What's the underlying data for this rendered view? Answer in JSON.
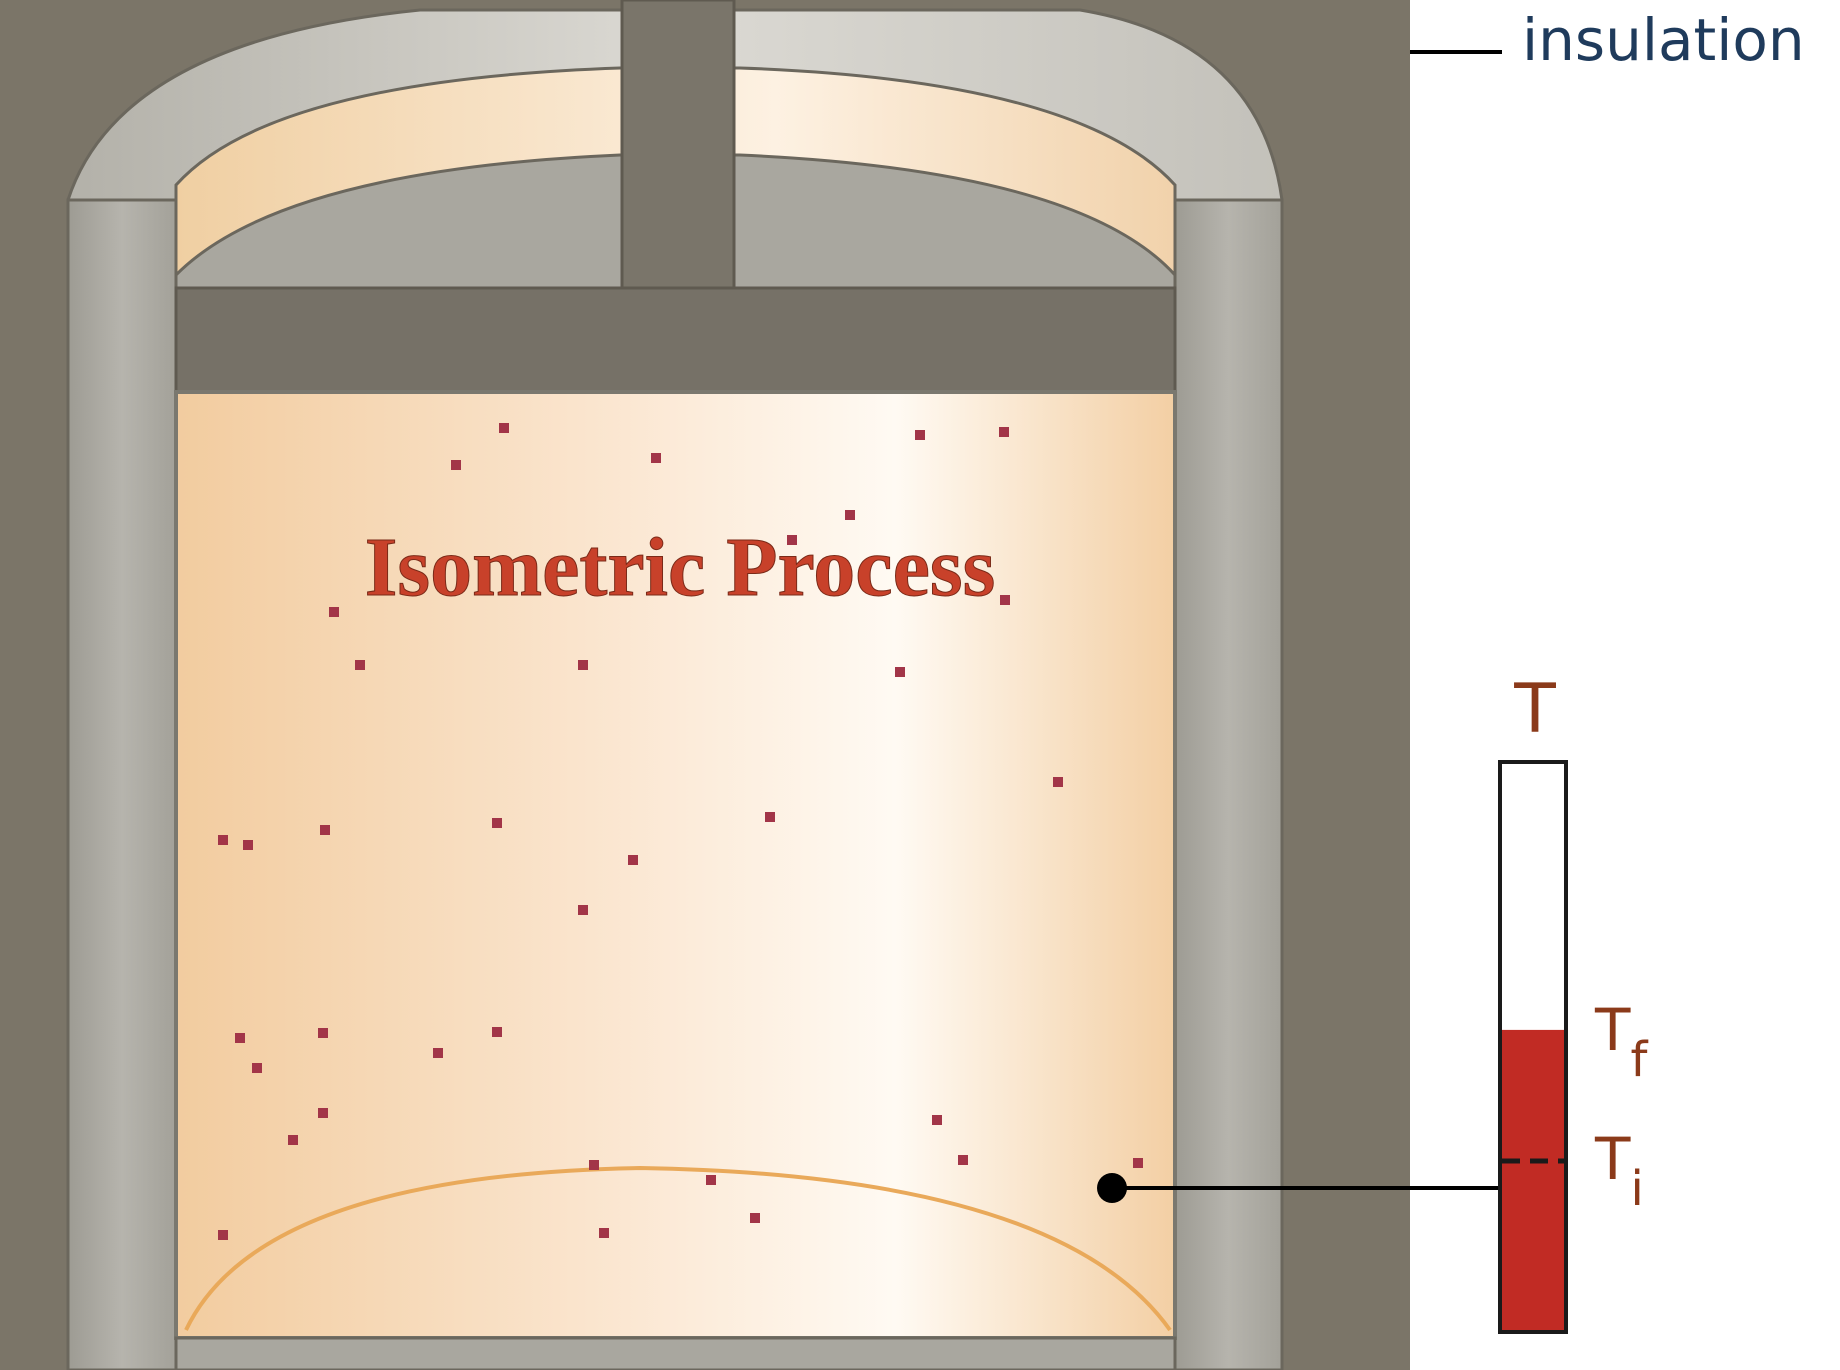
{
  "labels": {
    "insulation": "insulation",
    "title": "Isometric Process",
    "thermometer_symbol": "T",
    "final_temp_base": "T",
    "final_temp_sub": "f",
    "initial_temp_base": "T",
    "initial_temp_sub": "i"
  },
  "thermometer": {
    "initial_level_fraction": 0.3,
    "final_level_fraction": 0.53
  },
  "colors": {
    "insulation_block": "#7b7568",
    "vessel_wall": "#aba9a0",
    "piston": "#767167",
    "gas_fill": "#f5d5ad",
    "title": "#c8412a",
    "molecule": "#a23548",
    "thermometer_fill": "#c12b24",
    "label_blue": "#1f3b5c",
    "label_brown": "#8b3a1a"
  }
}
